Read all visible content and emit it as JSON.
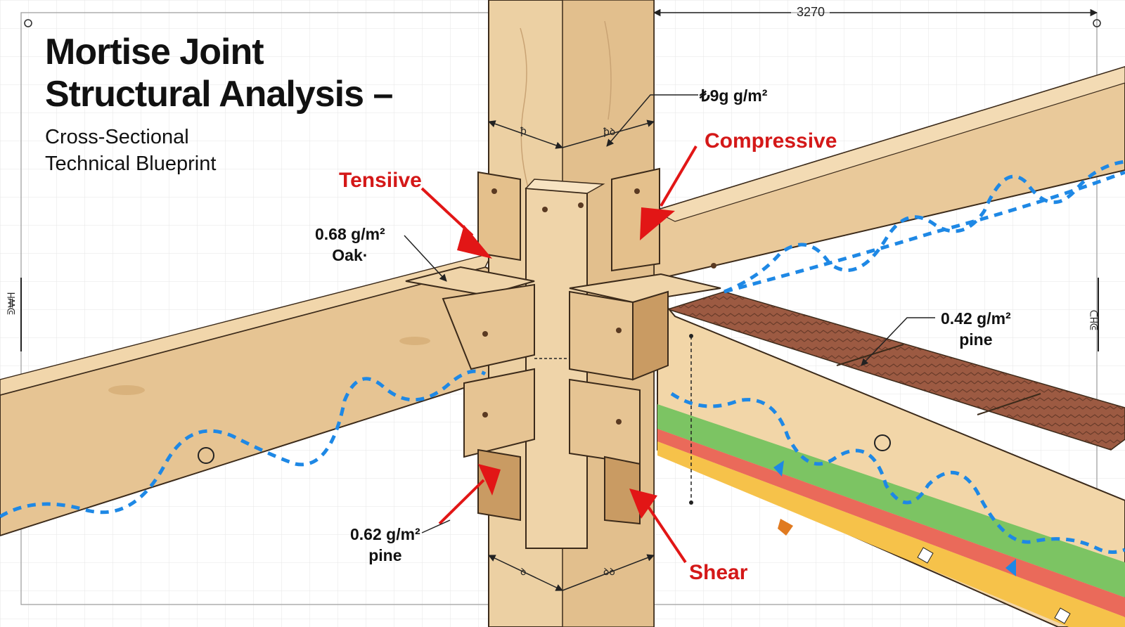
{
  "title": {
    "line1": "Mortise Joint",
    "line2": "Structural Analysis –",
    "subtitle_line1": "Cross-Sectional",
    "subtitle_line2": "Technical Blueprint"
  },
  "force_labels": {
    "tensile": "Tensiive",
    "compressive": "Compressive",
    "shear": "Shear"
  },
  "material_labels": {
    "oak": {
      "density": "0.68 g/m²",
      "species": "Oak·"
    },
    "pine_lower": {
      "density": "0.62 g/m²",
      "species": "pine"
    },
    "pine_right": {
      "density": "0.42 g/m²",
      "species": "pine"
    },
    "top_density": "₺9g g/m²"
  },
  "dimensions": {
    "top_width": "3270",
    "left_edge": "ᕲ₩ᕼ",
    "right_edge": "ᕲᕼᑐ",
    "post_marks": [
      "ꝥ",
      "ꝥꝺ",
      "ꝺ",
      "ꝺꝺ"
    ]
  },
  "colors": {
    "red_arrow": "#e21616",
    "blue_wave": "#1e88e5",
    "wood_light": "#e9c99a",
    "wood_shadow": "#c99b63",
    "wood_dark": "#7c4a33",
    "band_green": "#7cc463",
    "band_red": "#ea6a5a",
    "band_yellow": "#f6c24a"
  },
  "icons": [
    "tensile-arrow-icon",
    "compressive-arrow-icon",
    "shear-arrow-icon",
    "stress-wave-icon",
    "knot-marker-icon"
  ]
}
